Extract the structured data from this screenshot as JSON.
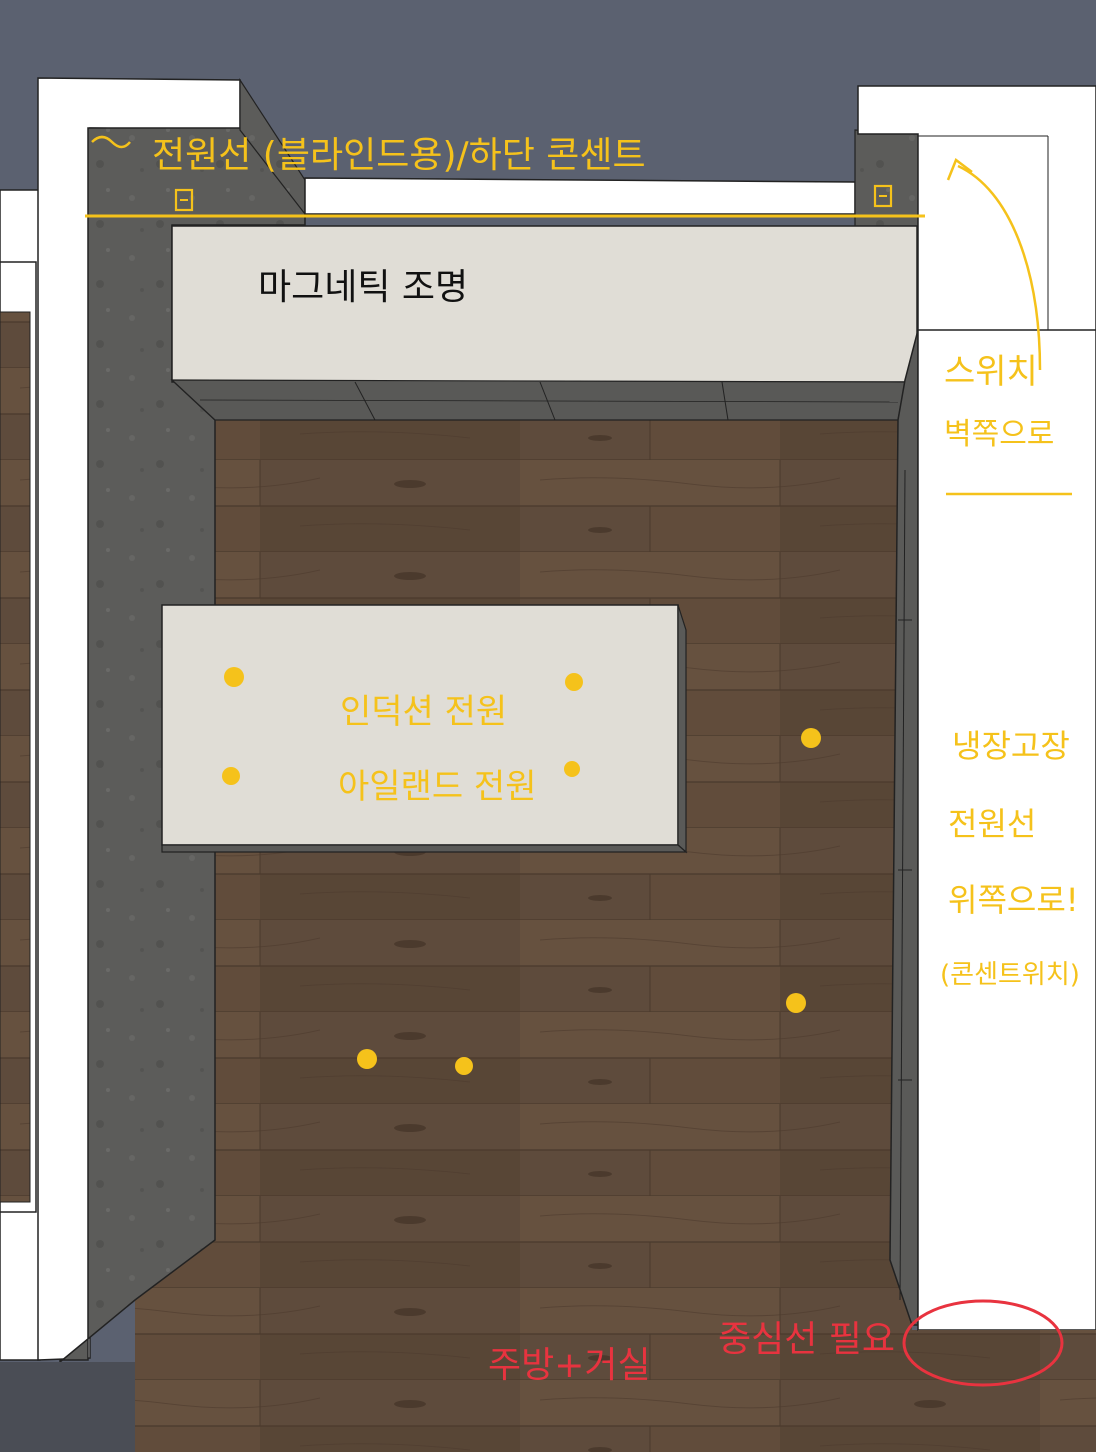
{
  "annotations": {
    "top_outlet": "전원선 (블라인드용)/하단 콘센트",
    "magnetic_light": "마그네틱 조명",
    "switch_line1": "스위치",
    "switch_line2": "벽쪽으로",
    "island_line1": "인덕션 전원",
    "island_line2": "아일랜드 전원",
    "fridge_line1": "냉장고장",
    "fridge_line2": "전원선",
    "fridge_line3": "위쪽으로!",
    "fridge_line4": "(콘센트위치)",
    "bottom_red_left": "주방+거실",
    "bottom_red_right": "중심선 필요"
  },
  "colors": {
    "annotation_yellow": "#f5c21b",
    "annotation_red": "#e8333f",
    "background": "#5b6170",
    "wall_concrete": "#5c5c5a",
    "floor_wood": "#5e4b3c",
    "counter_top": "#e0ddd6"
  }
}
